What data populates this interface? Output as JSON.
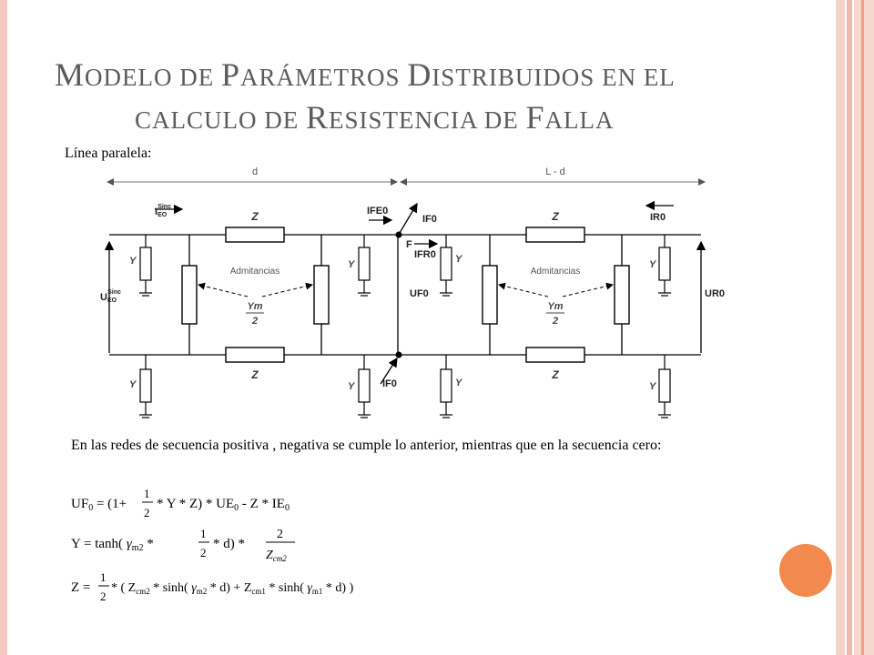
{
  "title": {
    "line1": [
      {
        "t": "M",
        "s": "cap"
      },
      {
        "t": "ODELO DE ",
        "s": "sm"
      },
      {
        "t": "P",
        "s": "cap"
      },
      {
        "t": "ARÁMETROS ",
        "s": "sm"
      },
      {
        "t": "D",
        "s": "cap"
      },
      {
        "t": "ISTRIBUIDOS EN EL",
        "s": "sm"
      }
    ],
    "line2": [
      {
        "t": "CALCULO DE ",
        "s": "sm"
      },
      {
        "t": "R",
        "s": "cap"
      },
      {
        "t": "ESISTENCIA DE ",
        "s": "sm"
      },
      {
        "t": "F",
        "s": "cap"
      },
      {
        "t": "ALLA",
        "s": "sm"
      }
    ]
  },
  "subtitle": "Línea paralela:",
  "paragraph": "En las redes de secuencia positiva , negativa se cumple lo anterior, mientras que en la secuencia cero:",
  "diagram": {
    "dim_left": "d",
    "dim_right": "L - d",
    "ieo_main": "I",
    "ieo_sub": "EO",
    "ieo_sup": "Sinc",
    "ueo_main": "U",
    "ueo_sub": "EO",
    "ueo_sup": "Sinc",
    "ife0": "IFE0",
    "if0_top": "IF0",
    "f_label": "F",
    "ifr0": "IFR0",
    "ir0": "IR0",
    "uf0": "UF0",
    "ur0": "UR0",
    "if0_bottom": "IF0",
    "z": "Z",
    "y": "Y",
    "ym": "Ym",
    "two": "2",
    "admitancias": "Admitancias"
  },
  "equations": {
    "eq1": {
      "lhs": "UF",
      "lhs_sub": "0",
      "mid1": " = (1+ ",
      "num": "1",
      "den": "2",
      "mid2": " * Y * Z) * UE",
      "ue_sub": "0",
      "mid3": " - Z * IE",
      "ie_sub": "0"
    },
    "eq2": {
      "lhs": "Y = tanh( ",
      "g": "γ",
      "g_sub": "m2",
      "mid1": " * ",
      "num": "1",
      "den": "2",
      "mid2": " * d) * ",
      "num2": "2",
      "den2": "Z",
      "den2_sub": "cm2"
    },
    "eq3": {
      "lhs": "Z = ",
      "num": "1",
      "den": "2",
      "mid1": " * ( Z",
      "z1_sub": "cm2",
      "mid2": " * sinh( ",
      "g1": "γ",
      "g1_sub": "m2",
      "mid3": " * d) + Z",
      "z2_sub": "cm1",
      "mid4": " * sinh( ",
      "g2": "γ",
      "g2_sub": "m1",
      "mid5": " * d) )"
    }
  }
}
